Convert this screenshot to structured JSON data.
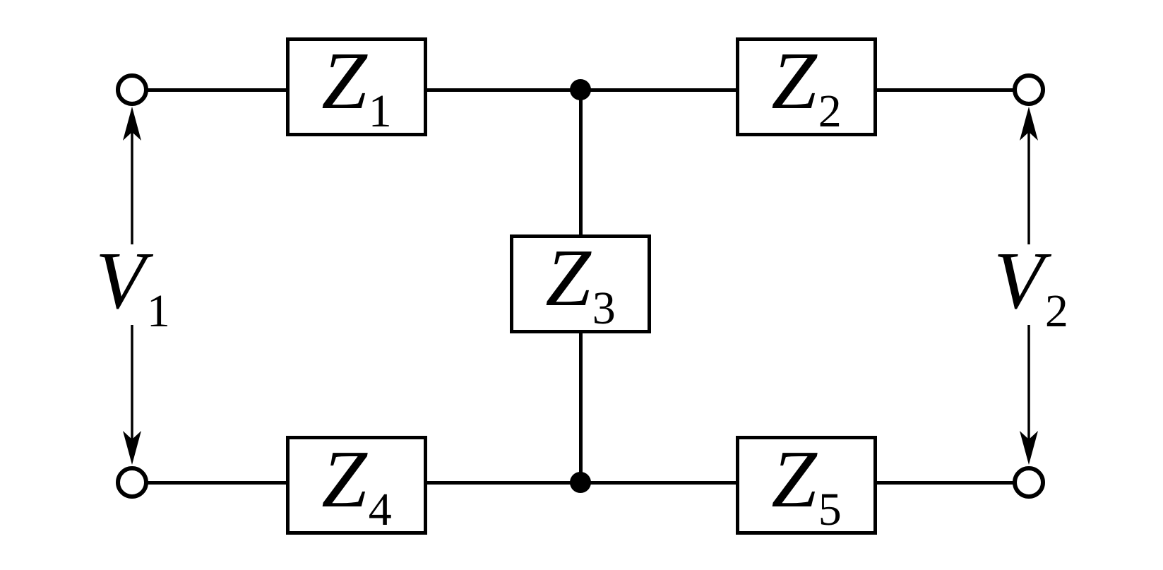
{
  "figure": {
    "background_color": "#ffffff",
    "line_color": "#000000"
  },
  "components": [
    {
      "name": "Z1",
      "base": "Z",
      "sub": "1"
    },
    {
      "name": "Z2",
      "base": "Z",
      "sub": "2"
    },
    {
      "name": "Z3",
      "base": "Z",
      "sub": "3"
    },
    {
      "name": "Z4",
      "base": "Z",
      "sub": "4"
    },
    {
      "name": "Z5",
      "base": "Z",
      "sub": "5"
    }
  ],
  "ports": [
    {
      "name": "V1",
      "base": "V",
      "sub": "1"
    },
    {
      "name": "V2",
      "base": "V",
      "sub": "2"
    }
  ]
}
